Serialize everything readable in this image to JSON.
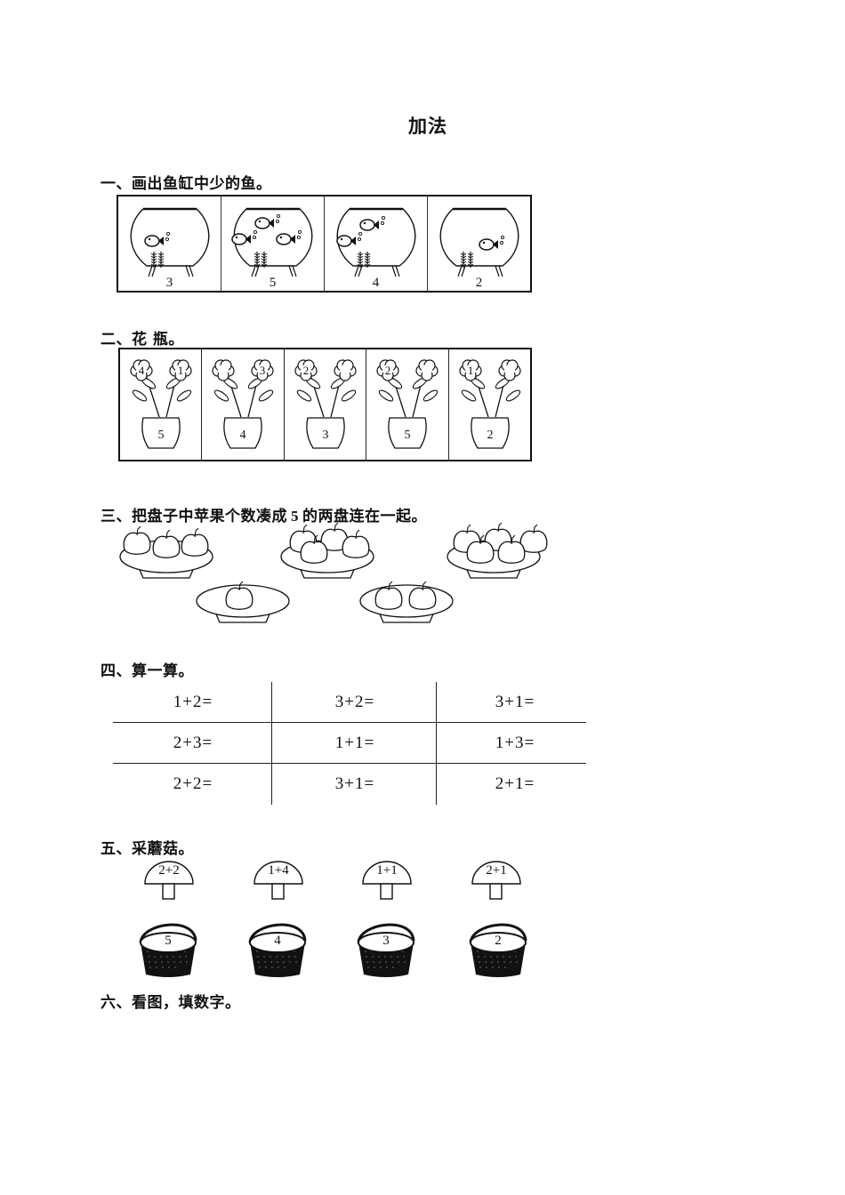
{
  "title": "加法",
  "sections": [
    {
      "heading": "一、画出鱼缸中少的鱼。",
      "bowls": [
        {
          "target": "3",
          "fish_drawn": 1
        },
        {
          "target": "5",
          "fish_drawn": 3
        },
        {
          "target": "4",
          "fish_drawn": 2
        },
        {
          "target": "2",
          "fish_drawn": 1
        }
      ]
    },
    {
      "heading": "二、花 瓶。",
      "vases": [
        {
          "left_flower": "4",
          "right_flower": "1",
          "pot": "5"
        },
        {
          "left_flower": "",
          "right_flower": "3",
          "pot": "4"
        },
        {
          "left_flower": "2",
          "right_flower": "",
          "pot": "3"
        },
        {
          "left_flower": "2",
          "right_flower": "",
          "pot": "5"
        },
        {
          "left_flower": "1",
          "right_flower": "",
          "pot": "2"
        }
      ]
    },
    {
      "heading": "三、把盘子中苹果个数凑成",
      "heading_num": "5",
      "heading_tail": "的两盘连在一起。",
      "plates_top": [
        3,
        4,
        5
      ],
      "plates_bottom": [
        1,
        2
      ]
    },
    {
      "heading": "四、算一算。",
      "rows": [
        [
          "1+2=",
          "3+2=",
          "3+1="
        ],
        [
          "2+3=",
          "1+1=",
          "1+3="
        ],
        [
          "2+2=",
          "3+1=",
          "2+1="
        ]
      ]
    },
    {
      "heading": "五、采蘑菇。",
      "mushrooms": [
        "2+2",
        "1+4",
        "1+1",
        "2+1"
      ],
      "baskets": [
        "5",
        "4",
        "3",
        "2"
      ]
    },
    {
      "heading": "六、看图，填数字。"
    }
  ]
}
